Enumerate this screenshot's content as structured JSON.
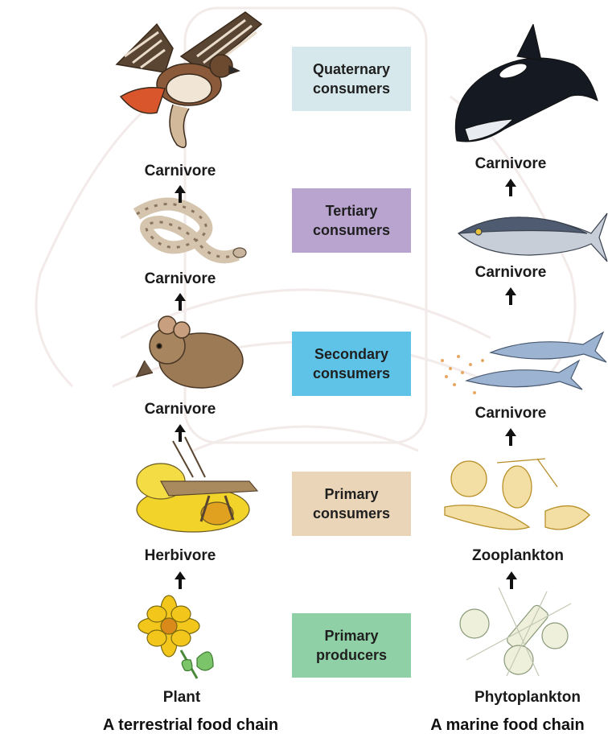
{
  "levels": [
    {
      "line1": "Quaternary",
      "line2": "consumers",
      "color": "#d6e8ec"
    },
    {
      "line1": "Tertiary",
      "line2": "consumers",
      "color": "#b9a4d0"
    },
    {
      "line1": "Secondary",
      "line2": "consumers",
      "color": "#5fc3e8"
    },
    {
      "line1": "Primary",
      "line2": "consumers",
      "color": "#ead5b8"
    },
    {
      "line1": "Primary",
      "line2": "producers",
      "color": "#8fd0a6"
    }
  ],
  "terrestrial": {
    "title": "A terrestrial food chain",
    "labels": [
      "Carnivore",
      "Carnivore",
      "Carnivore",
      "Herbivore",
      "Plant"
    ],
    "organisms": [
      "hawk",
      "snake",
      "mouse",
      "grasshopper",
      "flower"
    ]
  },
  "marine": {
    "title": "A marine food chain",
    "labels": [
      "Carnivore",
      "Carnivore",
      "Carnivore",
      "Zooplankton",
      "Phytoplankton"
    ],
    "organisms": [
      "killer-whale",
      "tuna",
      "sardines",
      "zooplankton",
      "phytoplankton"
    ]
  }
}
